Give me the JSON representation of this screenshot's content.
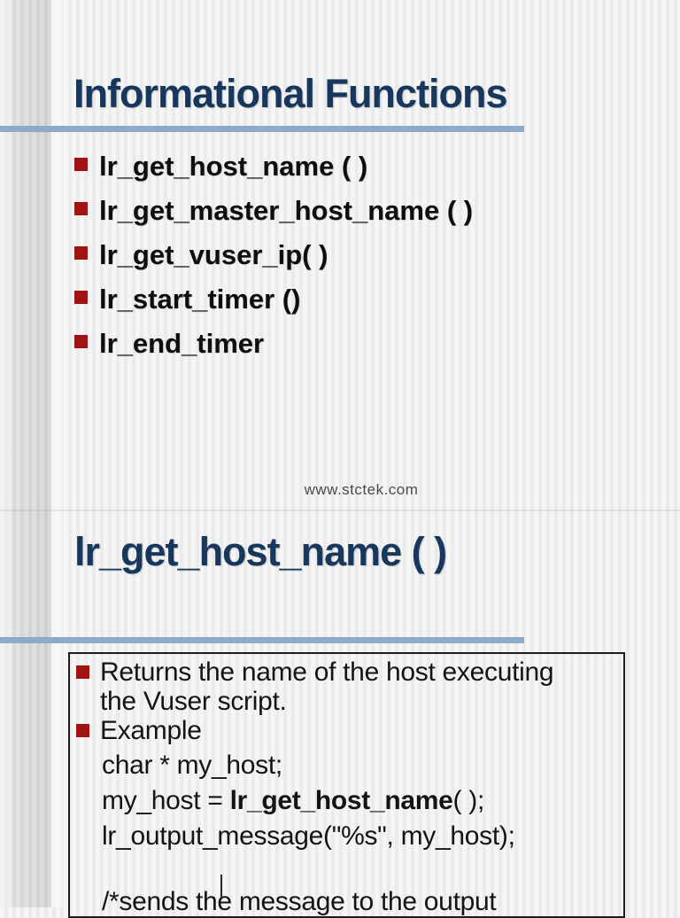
{
  "page": {
    "footer_url": "www.stctek.com"
  },
  "slide1": {
    "title": "Informational Functions",
    "bullets": [
      "lr_get_host_name ( )",
      "lr_get_master_host_name ( )",
      "lr_get_vuser_ip( )",
      "lr_start_timer ()",
      "lr_end_timer"
    ]
  },
  "slide2": {
    "title": "lr_get_host_name ( )",
    "bullet1_line1": "Returns the name of the host executing",
    "bullet1_line2": "the Vuser script.",
    "bullet2": "Example",
    "code_line1": "char * my_host;",
    "code_line2_pre": "my_host = ",
    "code_line2_bold": "lr_get_host_name",
    "code_line2_post": "( );",
    "code_line3": "lr_output_message(\"%s\", my_host);",
    "code_line4": "/*sends the message to the output"
  },
  "colors": {
    "title_navy": "#17375D",
    "rule_blue": "#8EA9C9",
    "bullet_red": "#A11212"
  }
}
